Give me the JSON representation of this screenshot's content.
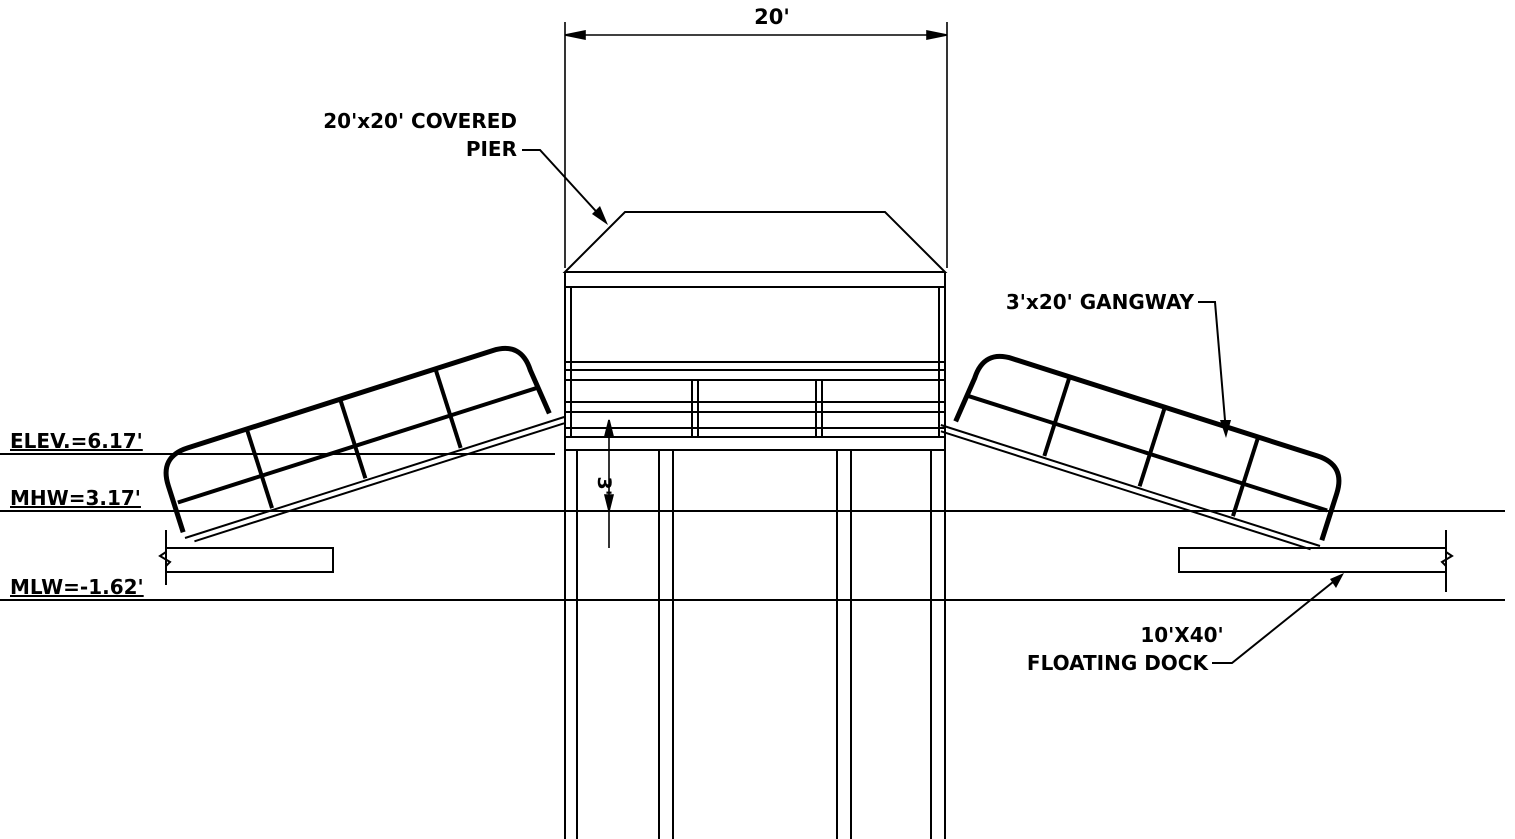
{
  "labels": {
    "width_dimension": "20'",
    "pier_line1": "20'x20'  COVERED",
    "pier_line2": "PIER",
    "gangway": "3'x20'  GANGWAY",
    "dock_line1": "10'X40'",
    "dock_line2": "FLOATING  DOCK",
    "elev": "ELEV.=6.17'",
    "mhw": "MHW=3.17'",
    "mlw": "MLW=-1.62'",
    "deck_height_dimension": "3'"
  },
  "colors": {
    "line": "#000000",
    "background": "#ffffff"
  }
}
